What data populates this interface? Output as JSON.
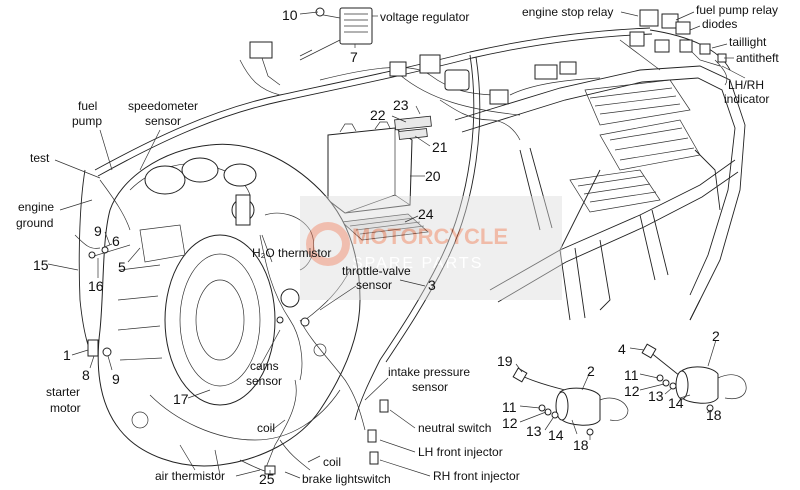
{
  "labels": {
    "voltage_regulator": "voltage regulator",
    "engine_stop_relay": "engine stop relay",
    "fuel_pump_relay": "fuel pump relay",
    "diodes": "diodes",
    "taillight": "taillight",
    "antitheft": "antitheft",
    "lh_rh_indicator_1": "LH/RH",
    "lh_rh_indicator_2": "indicator",
    "fuel_pump_1": "fuel",
    "fuel_pump_2": "pump",
    "speedometer_1": "speedometer",
    "speedometer_2": "sensor",
    "test": "test",
    "engine_ground_1": "engine",
    "engine_ground_2": "ground",
    "h2o_thermistor": "H₂O thermistor",
    "throttle_valve_1": "throttle-valve",
    "throttle_valve_2": "sensor",
    "cams_1": "cams",
    "cams_2": "sensor",
    "starter_1": "starter",
    "starter_2": "motor",
    "intake_1": "intake pressure",
    "intake_2": "sensor",
    "neutral_switch": "neutral switch",
    "lh_front_injector": "LH front injector",
    "rh_front_injector": "RH front injector",
    "coil_1": "coil",
    "coil_2": "coil",
    "air_thermistor": "air thermistor",
    "brake_lightswitch": "brake lightswitch"
  },
  "numbers": {
    "n10": "10",
    "n7": "7",
    "n23": "23",
    "n22": "22",
    "n21": "21",
    "n20": "20",
    "n24": "24",
    "n3": "3",
    "n9a": "9",
    "n6": "6",
    "n5": "5",
    "n15": "15",
    "n16": "16",
    "n1": "1",
    "n8": "8",
    "n9b": "9",
    "n17": "17",
    "n25": "25",
    "n19": "19",
    "n2a": "2",
    "n11a": "11",
    "n12a": "12",
    "n13a": "13",
    "n14a": "14",
    "n18a": "18",
    "n4": "4",
    "n2b": "2",
    "n11b": "11",
    "n12b": "12",
    "n13b": "13",
    "n14b": "14",
    "n18b": "18"
  },
  "watermark": {
    "line1": "MOTORCYCLE",
    "line2": "SPARE PARTS"
  }
}
